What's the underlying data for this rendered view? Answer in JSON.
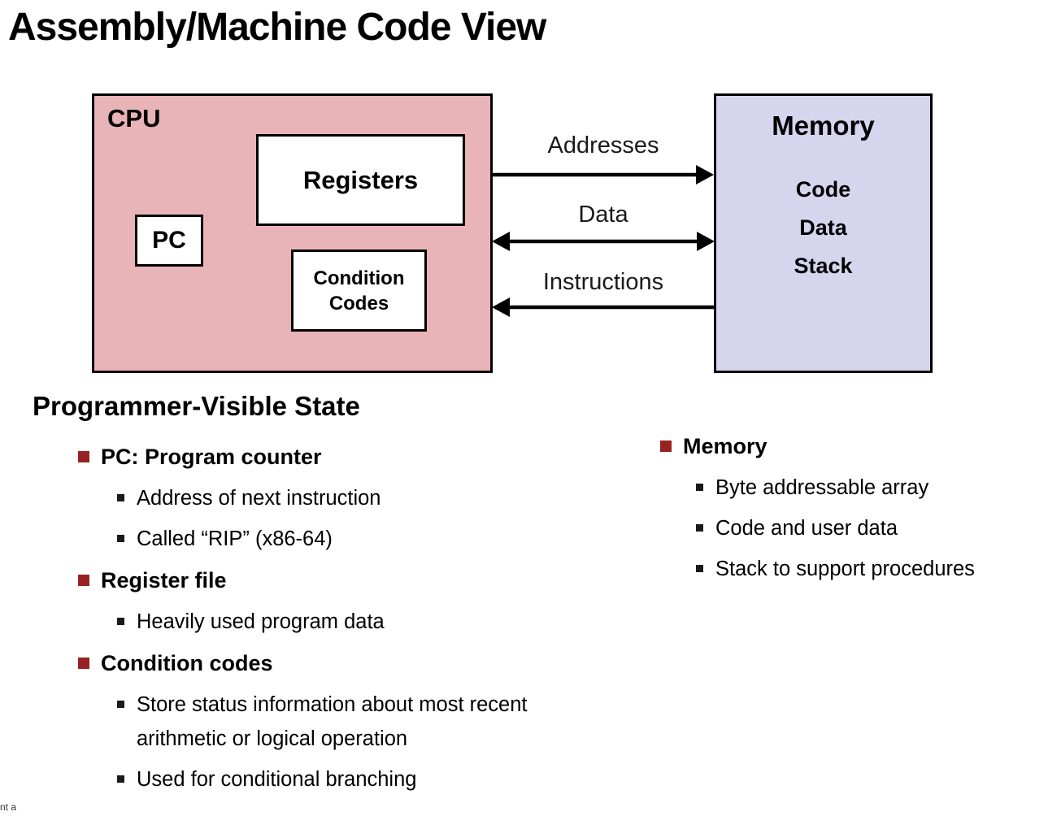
{
  "title": "Assembly/Machine Code View",
  "diagram": {
    "cpu": {
      "label": "CPU",
      "registers": "Registers",
      "pc": "PC",
      "condition_codes": {
        "line1": "Condition",
        "line2": "Codes"
      }
    },
    "memory": {
      "title": "Memory",
      "items": {
        "0": "Code",
        "1": "Data",
        "2": "Stack"
      }
    },
    "arrows": {
      "addresses": {
        "label": "Addresses",
        "direction": "right"
      },
      "data": {
        "label": "Data",
        "direction": "both"
      },
      "instructions": {
        "label": "Instructions",
        "direction": "left"
      }
    }
  },
  "sections": {
    "heading": "Programmer-Visible State",
    "left": {
      "0": {
        "title": "PC: Program counter",
        "items": {
          "0": "Address of next instruction",
          "1": "Called “RIP” (x86-64)"
        }
      },
      "1": {
        "title": "Register file",
        "items": {
          "0": "Heavily used program data"
        }
      },
      "2": {
        "title": "Condition codes",
        "items": {
          "0": "Store status information about most recent arithmetic or logical operation",
          "1": "Used for conditional branching"
        }
      }
    },
    "right": {
      "0": {
        "title": "Memory",
        "items": {
          "0": "Byte addressable array",
          "1": "Code and user data",
          "2": "Stack to support procedures"
        }
      }
    }
  },
  "footer_fragment": "nt a",
  "colors": {
    "cpu_fill": "#e9b4b7",
    "memory_fill": "#d5d5ee",
    "bullet": "#982222"
  }
}
